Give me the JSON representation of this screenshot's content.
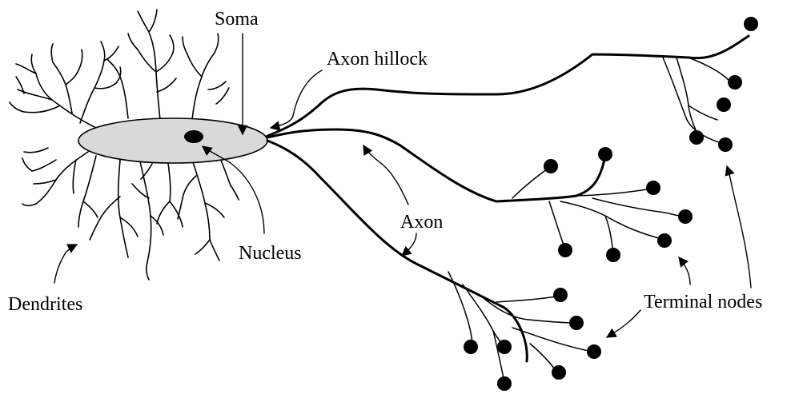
{
  "diagram": {
    "colors": {
      "line": "#000000",
      "soma_fill": "#d9d9d9",
      "background": "#ffffff"
    },
    "labels": {
      "soma": "Soma",
      "axon_hillock": "Axon hillock",
      "nucleus": "Nucleus",
      "axon": "Axon",
      "dendrites": "Dendrites",
      "terminal_nodes": "Terminal nodes"
    }
  }
}
